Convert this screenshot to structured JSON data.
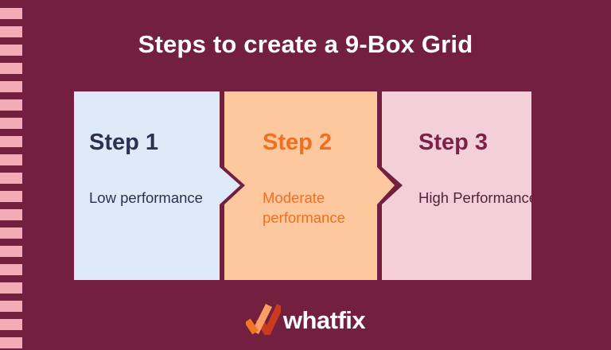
{
  "page": {
    "title": "Steps to create a 9-Box Grid"
  },
  "steps": [
    {
      "label": "Step 1",
      "description": "Low performance"
    },
    {
      "label": "Step 2",
      "description": "Moderate performance"
    },
    {
      "label": "Step 3",
      "description": "High Performance"
    }
  ],
  "logo": {
    "text": "whatfix"
  },
  "colors": {
    "background": "#721f40",
    "stripe": "#f5abb6",
    "title_text": "#ffffff",
    "step1_bg": "#dfeaf8",
    "step1_text": "#2e3050",
    "step2_bg": "#fec89e",
    "step2_text": "#f26e21",
    "step3_bg": "#f2cfd9",
    "step3_title_text": "#7c2147",
    "step3_desc_text": "#53243c",
    "logo_mark_light": "#f89e66",
    "logo_mark_mid": "#ef7722",
    "logo_mark_dark": "#c93b1c",
    "logo_text": "#ffffff"
  }
}
